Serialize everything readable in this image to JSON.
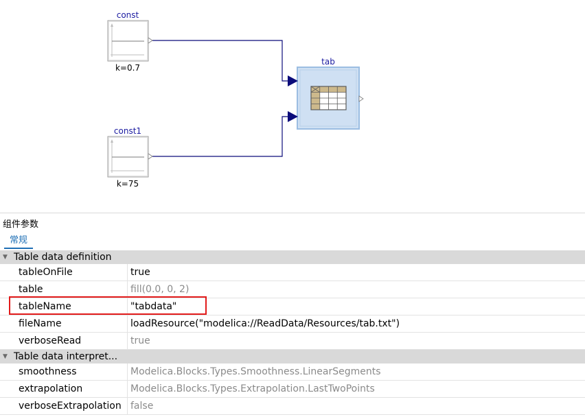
{
  "diagram": {
    "blocks": [
      {
        "id": "const",
        "name": "const",
        "param": "k=0.7"
      },
      {
        "id": "const1",
        "name": "const1",
        "param": "k=75"
      },
      {
        "id": "tab",
        "name": "tab"
      }
    ]
  },
  "panel": {
    "title": "组件参数",
    "tabs": [
      {
        "label": "常规"
      }
    ],
    "sections": [
      {
        "title": "Table data definition",
        "rows": [
          {
            "name": "tableOnFile",
            "value": "true",
            "is_default": false
          },
          {
            "name": "table",
            "value": "fill(0.0, 0, 2)",
            "is_default": true
          },
          {
            "name": "tableName",
            "value": "\"tabdata\"",
            "is_default": false,
            "highlighted": true
          },
          {
            "name": "fileName",
            "value": "loadResource(\"modelica://ReadData/Resources/tab.txt\")",
            "is_default": false
          },
          {
            "name": "verboseRead",
            "value": "true",
            "is_default": true
          }
        ]
      },
      {
        "title": "Table data interpret...",
        "rows": [
          {
            "name": "smoothness",
            "value": "Modelica.Blocks.Types.Smoothness.LinearSegments",
            "is_default": true
          },
          {
            "name": "extrapolation",
            "value": "Modelica.Blocks.Types.Extrapolation.LastTwoPoints",
            "is_default": true
          },
          {
            "name": "verboseExtrapolation",
            "value": "false",
            "is_default": true
          }
        ]
      }
    ]
  },
  "colors": {
    "block_label": "#1a1aa0",
    "connector": "#0b0b7a",
    "tab_block_fill": "#cfe0f3",
    "tab_block_border": "#9bbde2",
    "table_header_fill": "#cdb98c",
    "highlight": "#e21a1a",
    "active_tab": "#1e6fb5"
  }
}
